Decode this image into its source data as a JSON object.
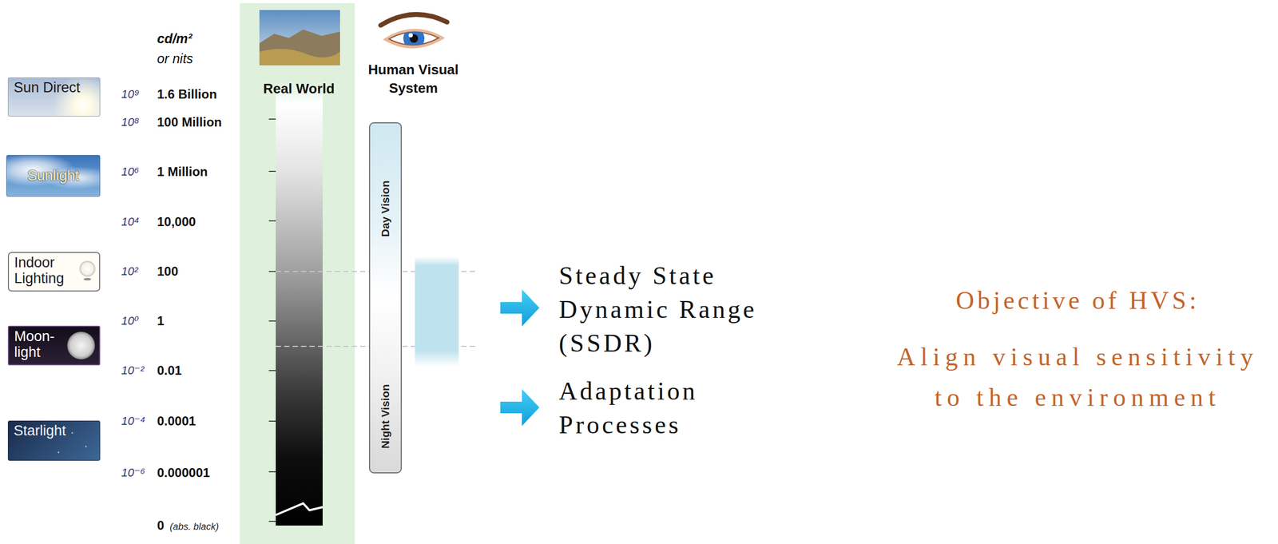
{
  "diagram": {
    "nodes": [
      {
        "text": [
          "Sun Direct"
        ]
      },
      {
        "text": [
          "Sunlight"
        ]
      },
      {
        "text": [
          "Indoor Lighting"
        ]
      },
      {
        "text": [
          "Moon-light"
        ]
      },
      {
        "text": [
          "Starlight"
        ]
      },
      {
        "text": [
          "Day Vision",
          "Night Vision"
        ]
      }
    ],
    "labels": [
      "cd/m²",
      "or nits",
      "Real World",
      "Human Visual System",
      "10⁹",
      "1.6 Billion",
      "10⁸",
      "100 Million",
      "10⁶",
      "1 Million",
      "10⁴",
      "10,000",
      "10²",
      "100",
      "10⁰",
      "1",
      "10⁻²",
      "0.01",
      "10⁻⁴",
      "0.0001",
      "10⁻⁶",
      "0.000001",
      "0",
      "(abs. black)",
      "Steady State Dynamic Range (SSDR)",
      "Adaptation Processes",
      "Objective of HVS:",
      "Align visual sensitivity to the environment"
    ]
  }
}
